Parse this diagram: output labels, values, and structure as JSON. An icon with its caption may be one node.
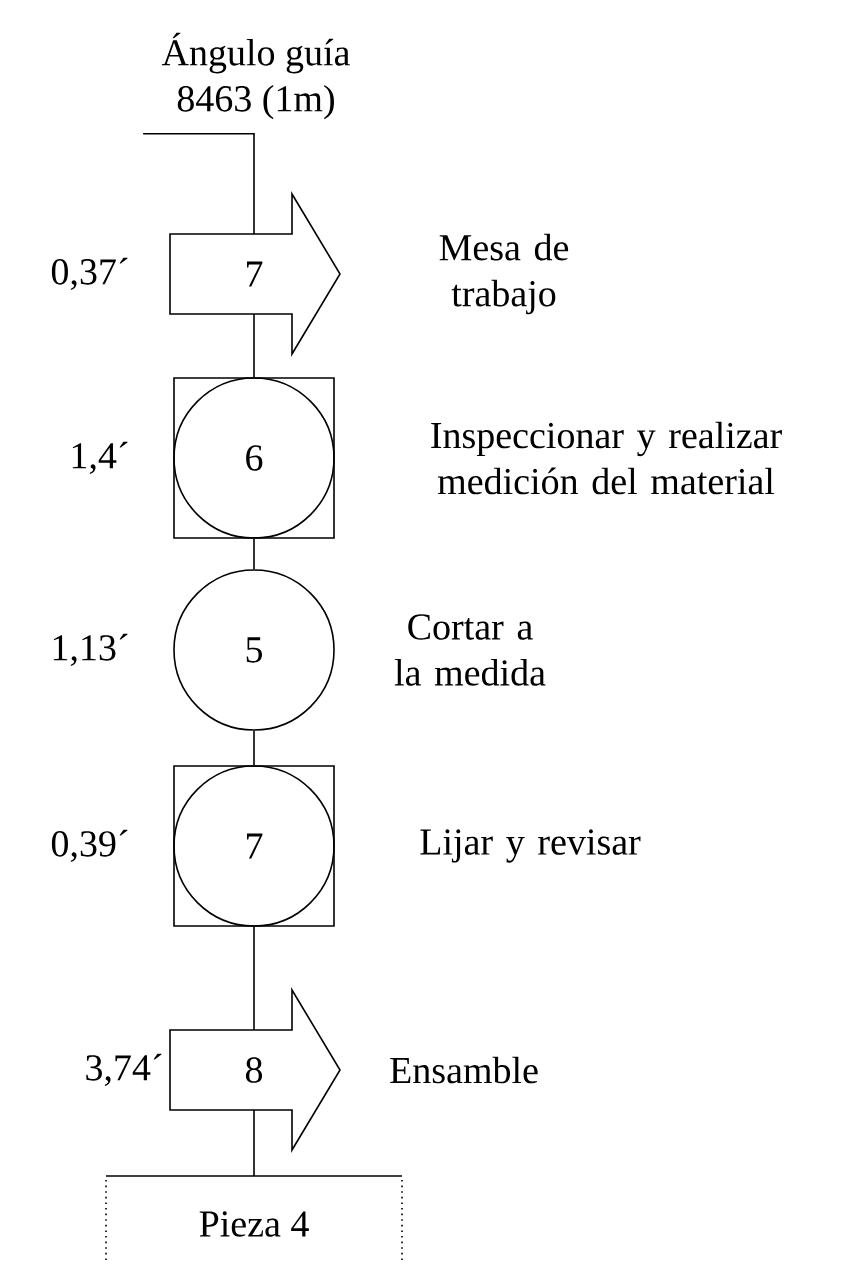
{
  "diagram": {
    "nodes": [
      {
        "text": [
          "Ángulo guía",
          "8463 (1m)"
        ]
      },
      {
        "text": [
          "7"
        ],
        "beside": [
          "0,37´",
          "Mesa de trabajo"
        ]
      },
      {
        "text": [
          "6"
        ],
        "beside": [
          "1,4´",
          "Inspeccionar y realizar medición del material"
        ]
      },
      {
        "text": [
          "5"
        ],
        "beside": [
          "1,13´",
          "Cortar a la medida"
        ]
      },
      {
        "text": [
          "7"
        ],
        "beside": [
          "0,39´",
          "Lijar y revisar"
        ]
      },
      {
        "text": [
          "8"
        ],
        "beside": [
          "3,74´",
          "Ensamble"
        ]
      },
      {
        "text": [
          "Pieza 4"
        ]
      }
    ],
    "edges": [
      {
        "from": 0,
        "to": 1,
        "arrow": "none"
      },
      {
        "from": 1,
        "to": 2,
        "arrow": "none"
      },
      {
        "from": 2,
        "to": 3,
        "arrow": "none"
      },
      {
        "from": 3,
        "to": 4,
        "arrow": "none"
      },
      {
        "from": 4,
        "to": 5,
        "arrow": "none"
      },
      {
        "from": 5,
        "to": 6,
        "arrow": "none"
      }
    ]
  }
}
